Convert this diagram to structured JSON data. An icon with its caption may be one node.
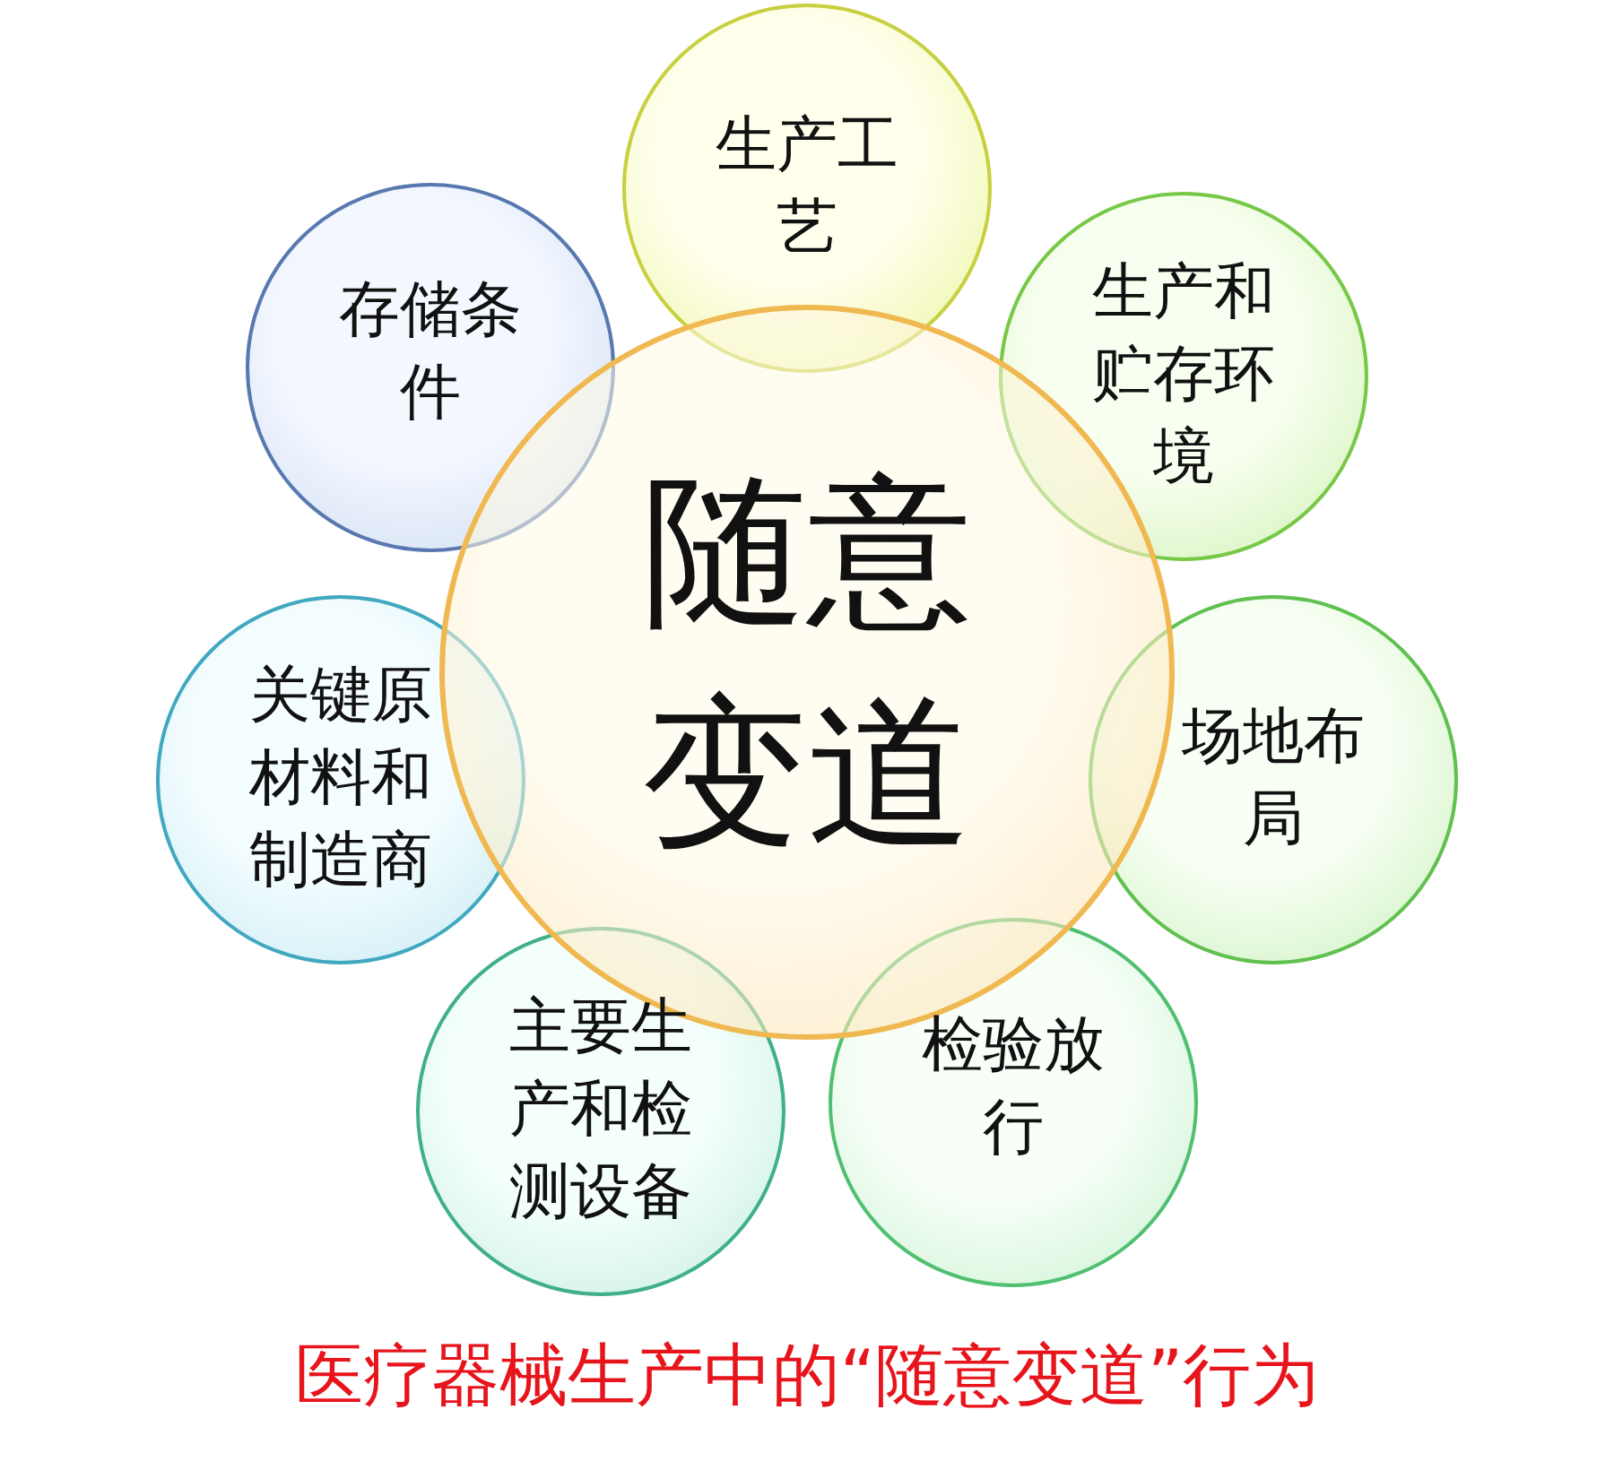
{
  "diagram": {
    "caption": "医疗器械生产中的“随意变道”行为",
    "nodes": [
      {
        "text": [
          "随意变道"
        ]
      },
      {
        "text": [
          "生产工艺"
        ]
      },
      {
        "text": [
          "生产和贮存环境"
        ]
      },
      {
        "text": [
          "场地布局"
        ]
      },
      {
        "text": [
          "检验放行"
        ]
      },
      {
        "text": [
          "主要生产和检测设备"
        ]
      },
      {
        "text": [
          "关键原材料和制造商"
        ]
      },
      {
        "text": [
          "存储条件"
        ]
      }
    ],
    "edges": []
  }
}
